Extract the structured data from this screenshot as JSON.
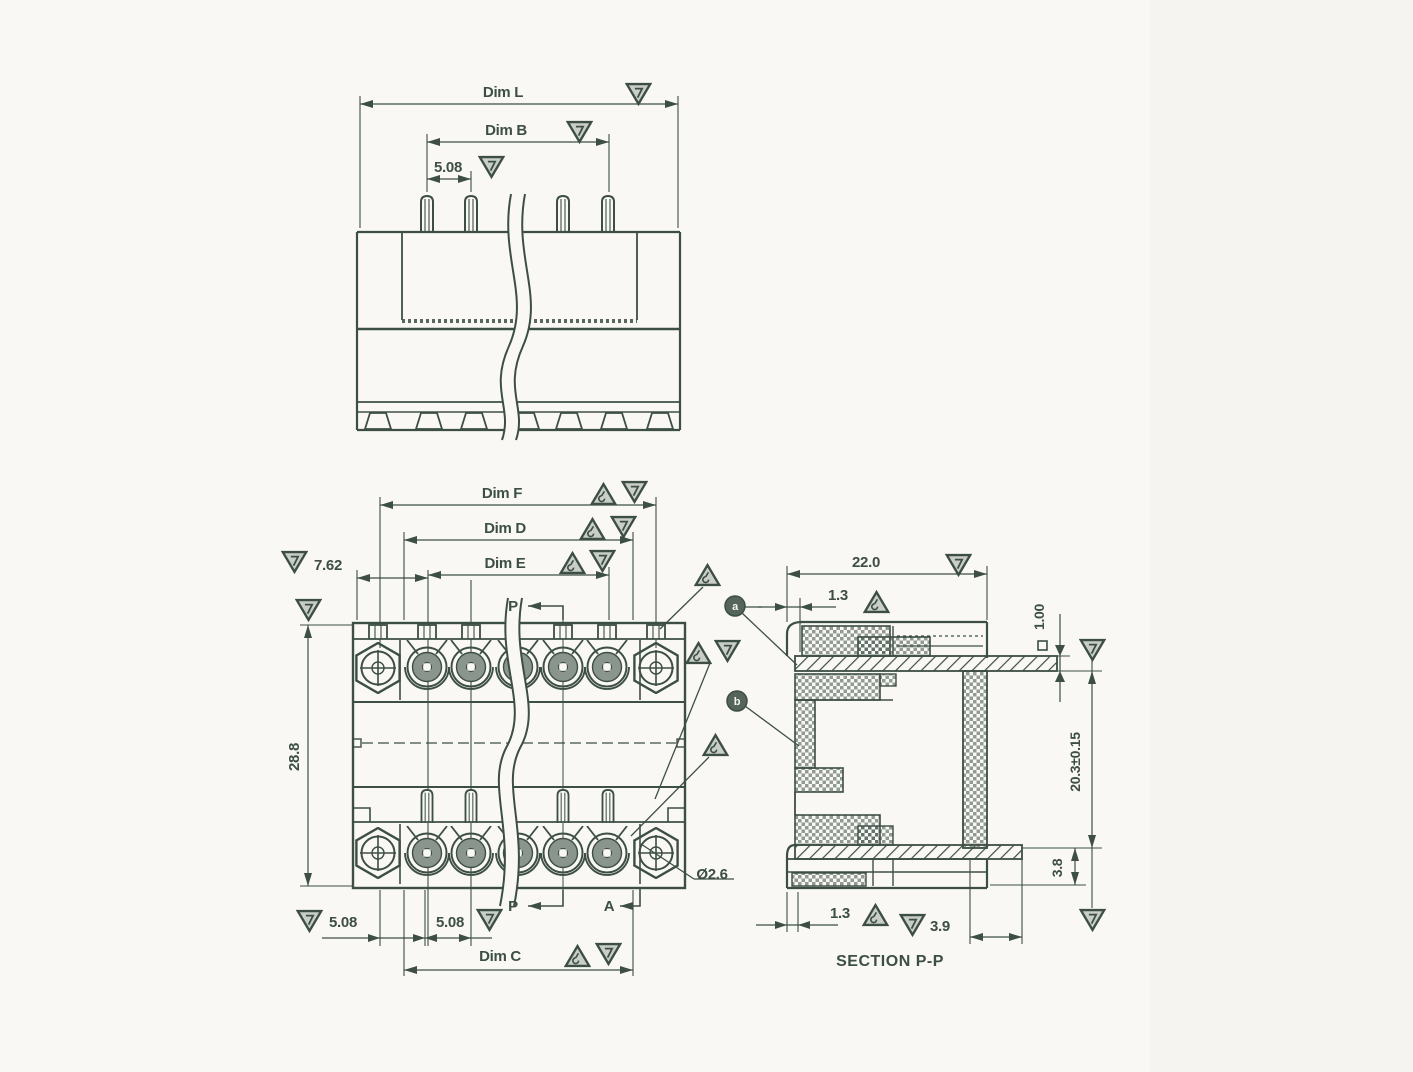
{
  "drawing": {
    "ink_color": "#3d4e45",
    "paper_color": "#f9f8f5",
    "top_view": {
      "dim_l": "Dim L",
      "dim_b": "Dim B",
      "pitch": "5.08"
    },
    "front_view": {
      "dim_f": "Dim F",
      "dim_d": "Dim D",
      "dim_e": "Dim E",
      "dim_c": "Dim C",
      "edge_offset": "7.62",
      "height": "28.8",
      "pitch_left": "5.08",
      "pitch_right": "5.08",
      "hole_dia": "Ø2.6",
      "p_label": "P",
      "a_label": "A"
    },
    "section_view": {
      "width": "22.0",
      "pin_offset_top": "1.3",
      "pin_square_symbol": "□",
      "pin_square": "1.00",
      "height_tol": "20.3±0.15",
      "bottom_step": "3.8",
      "pin_offset_bottom": "1.3",
      "pin_stickout": "3.9",
      "title": "SECTION P-P"
    },
    "callouts": {
      "a": "a",
      "b": "b"
    }
  }
}
